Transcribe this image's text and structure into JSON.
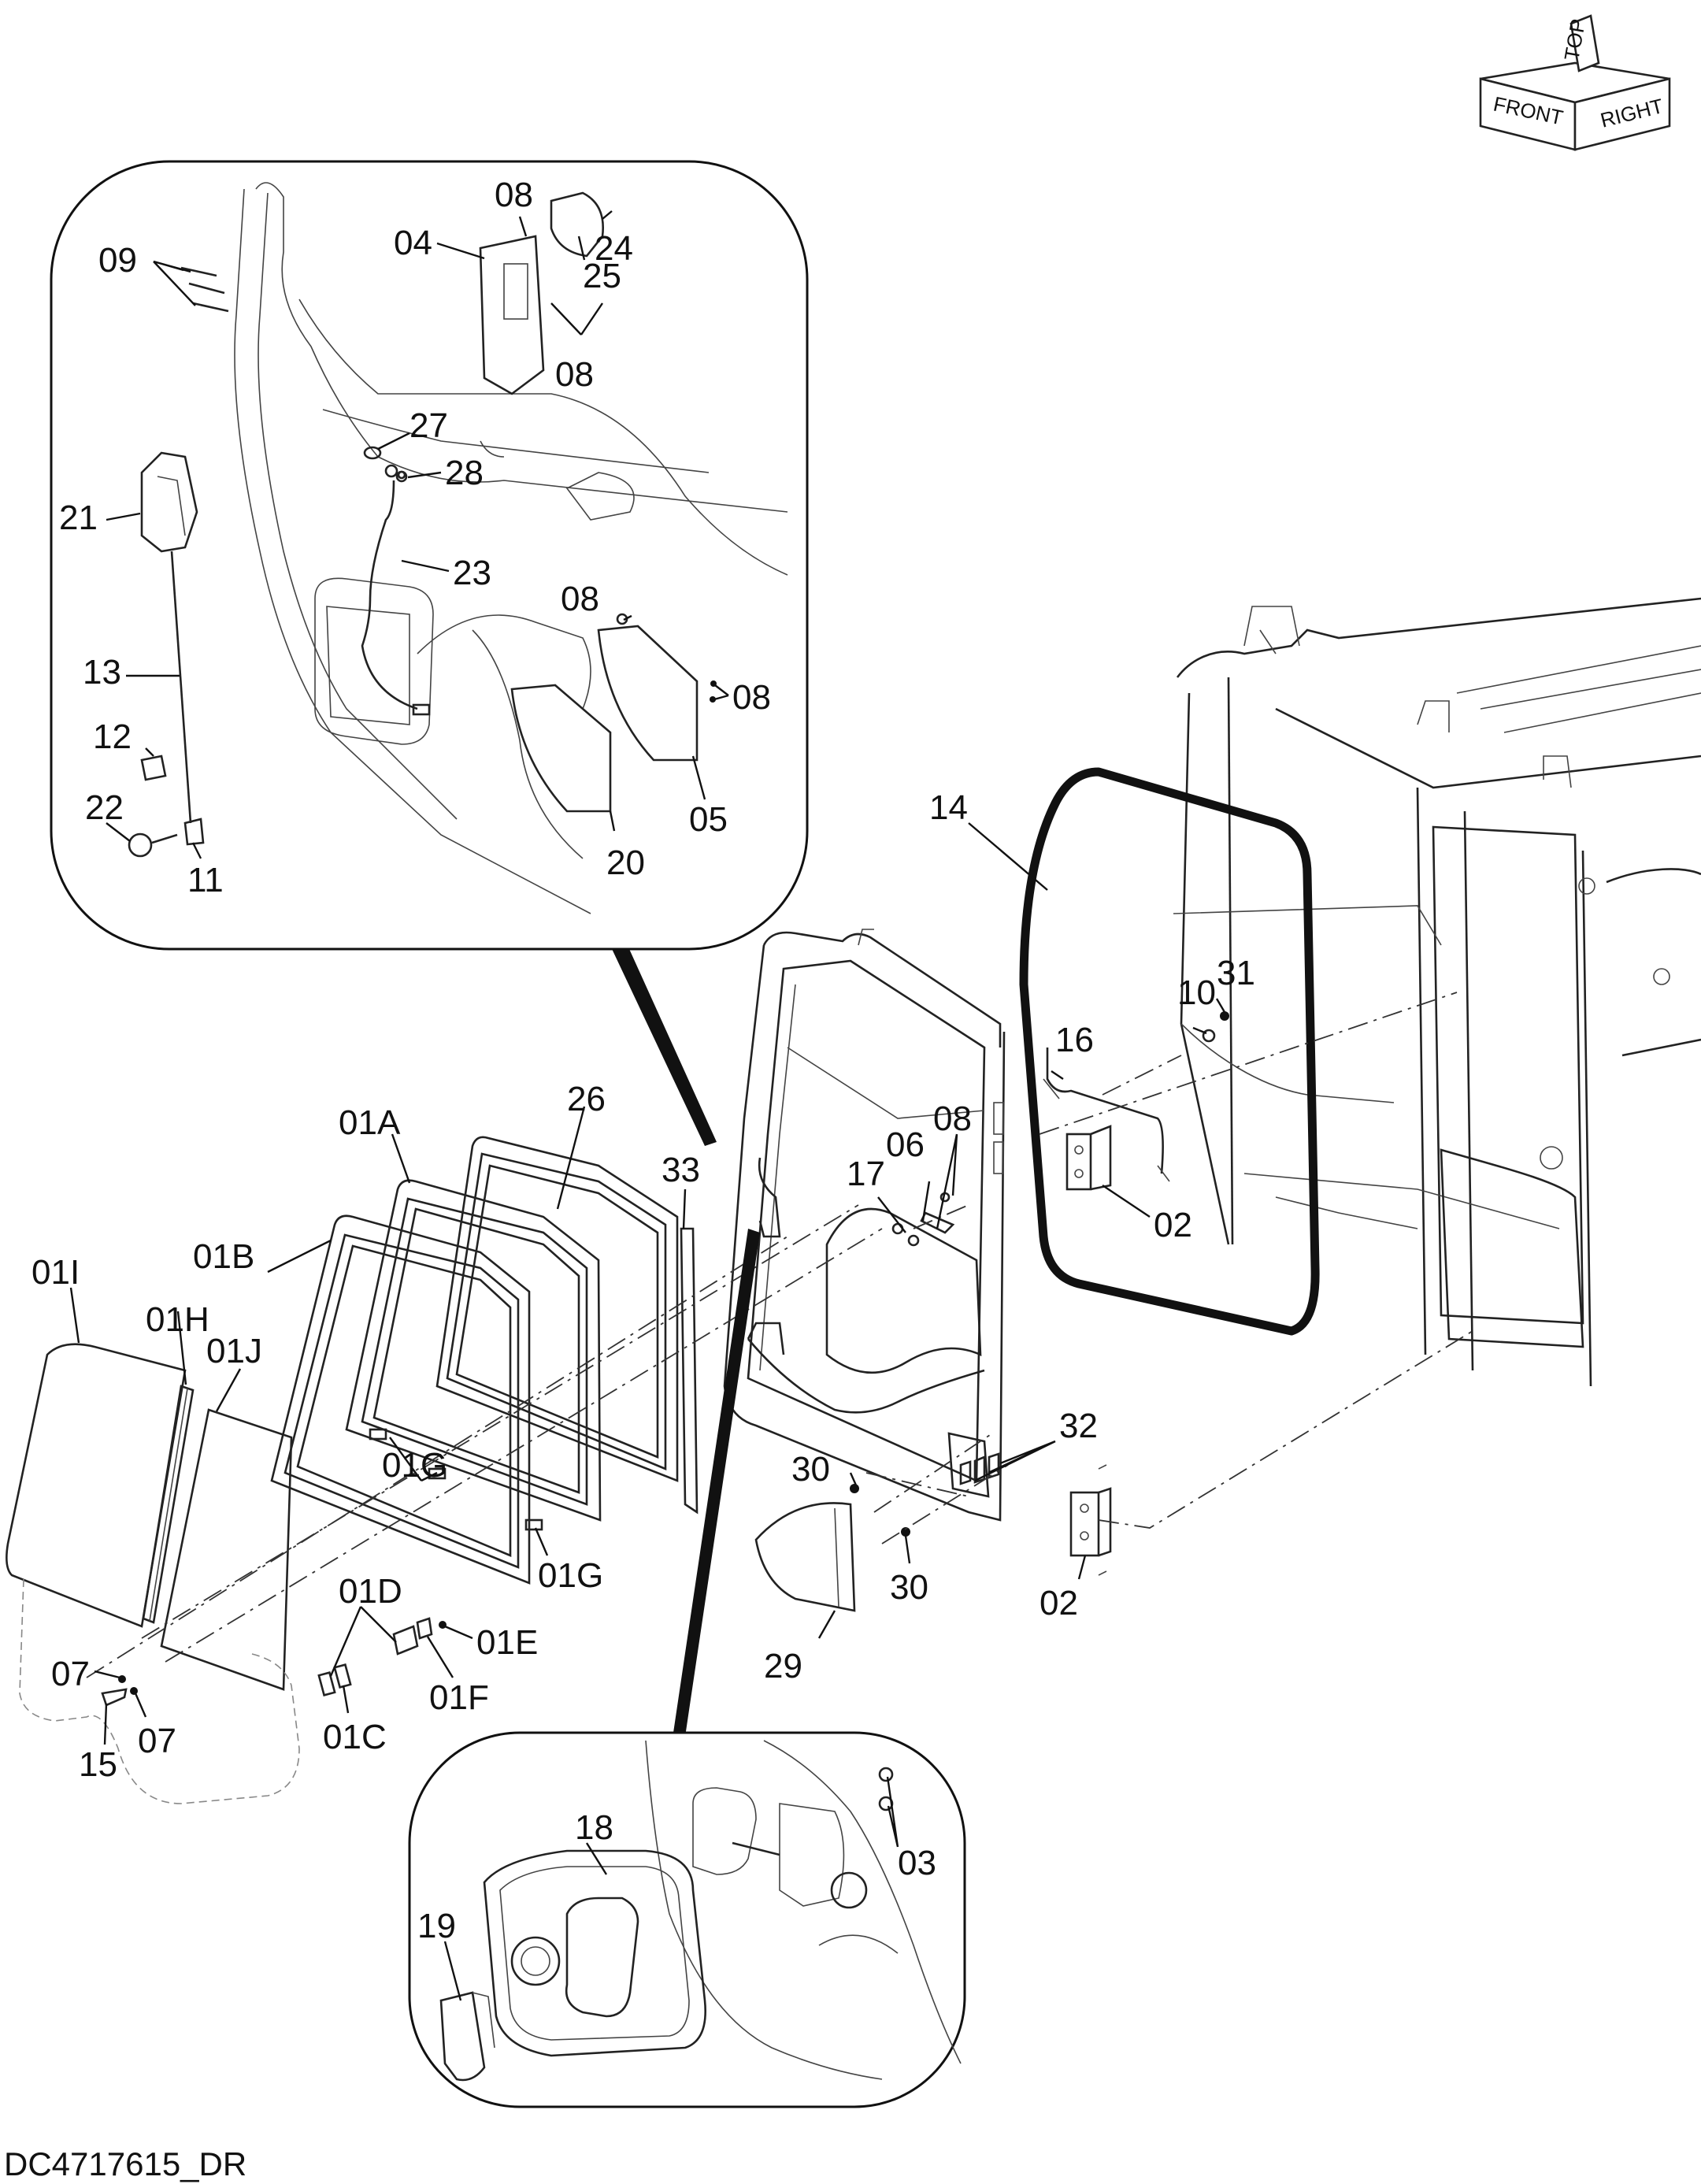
{
  "drawing_id": "DC4717615_DR",
  "orientation_icon": {
    "labels": [
      "TOP",
      "FRONT",
      "RIGHT"
    ],
    "icon": "orientation-cube-icon"
  },
  "callouts": {
    "c01A": "01A",
    "c01B": "01B",
    "c01C": "01C",
    "c01D": "01D",
    "c01E": "01E",
    "c01F": "01F",
    "c01G_a": "01G",
    "c01G_b": "01G",
    "c01H": "01H",
    "c01I": "01I",
    "c01J": "01J",
    "c02_a": "02",
    "c02_b": "02",
    "c03": "03",
    "c04": "04",
    "c05": "05",
    "c06": "06",
    "c07_a": "07",
    "c07_b": "07",
    "c08_a": "08",
    "c08_b": "08",
    "c08_c": "08",
    "c08_d": "08",
    "c08_e": "08",
    "c09": "09",
    "c10": "10",
    "c11": "11",
    "c12": "12",
    "c13": "13",
    "c14": "14",
    "c15": "15",
    "c16": "16",
    "c17": "17",
    "c18": "18",
    "c19": "19",
    "c20": "20",
    "c21": "21",
    "c22": "22",
    "c23": "23",
    "c24": "24",
    "c25": "25",
    "c26": "26",
    "c27": "27",
    "c28": "28",
    "c29": "29",
    "c30_a": "30",
    "c30_b": "30",
    "c31": "31",
    "c32": "32",
    "c33": "33"
  }
}
